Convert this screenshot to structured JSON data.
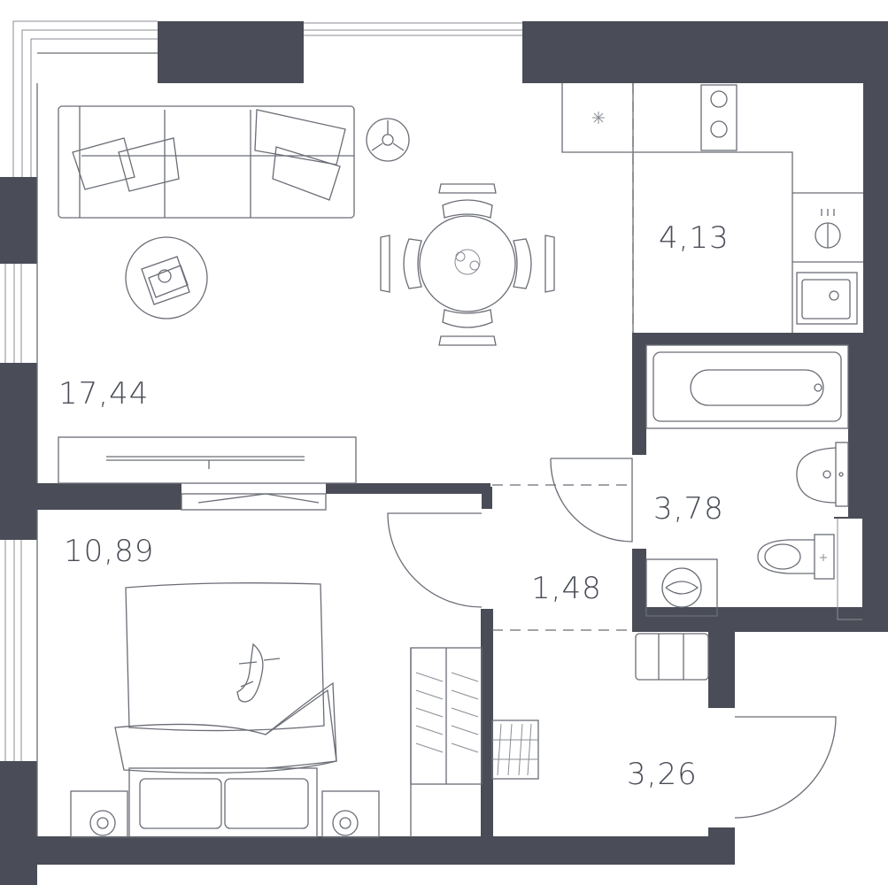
{
  "colors": {
    "wall": "#4a4d57",
    "line": "#6a6d76",
    "text": "#4a4d57",
    "background": "#ffffff"
  },
  "rooms": {
    "living_kitchen": {
      "area": "17,44"
    },
    "kitchen": {
      "area": "4,13"
    },
    "bedroom": {
      "area": "10,89"
    },
    "bathroom": {
      "area": "3,78"
    },
    "corridor": {
      "area": "1,48"
    },
    "hallway": {
      "area": "3,26"
    }
  },
  "icons": [
    "sofa-icon",
    "coffee-table-icon",
    "dining-set-icon",
    "floor-lamp-icon",
    "tv-icon",
    "cooktop-icon",
    "kitchen-sink-icon",
    "faucet-icon",
    "bathtub-icon",
    "washbasin-icon",
    "toilet-icon",
    "washing-machine-icon",
    "bed-icon",
    "cat-icon",
    "wardrobe-icon",
    "bedside-lamp-icon",
    "shoe-rack-icon",
    "pouf-icon"
  ]
}
